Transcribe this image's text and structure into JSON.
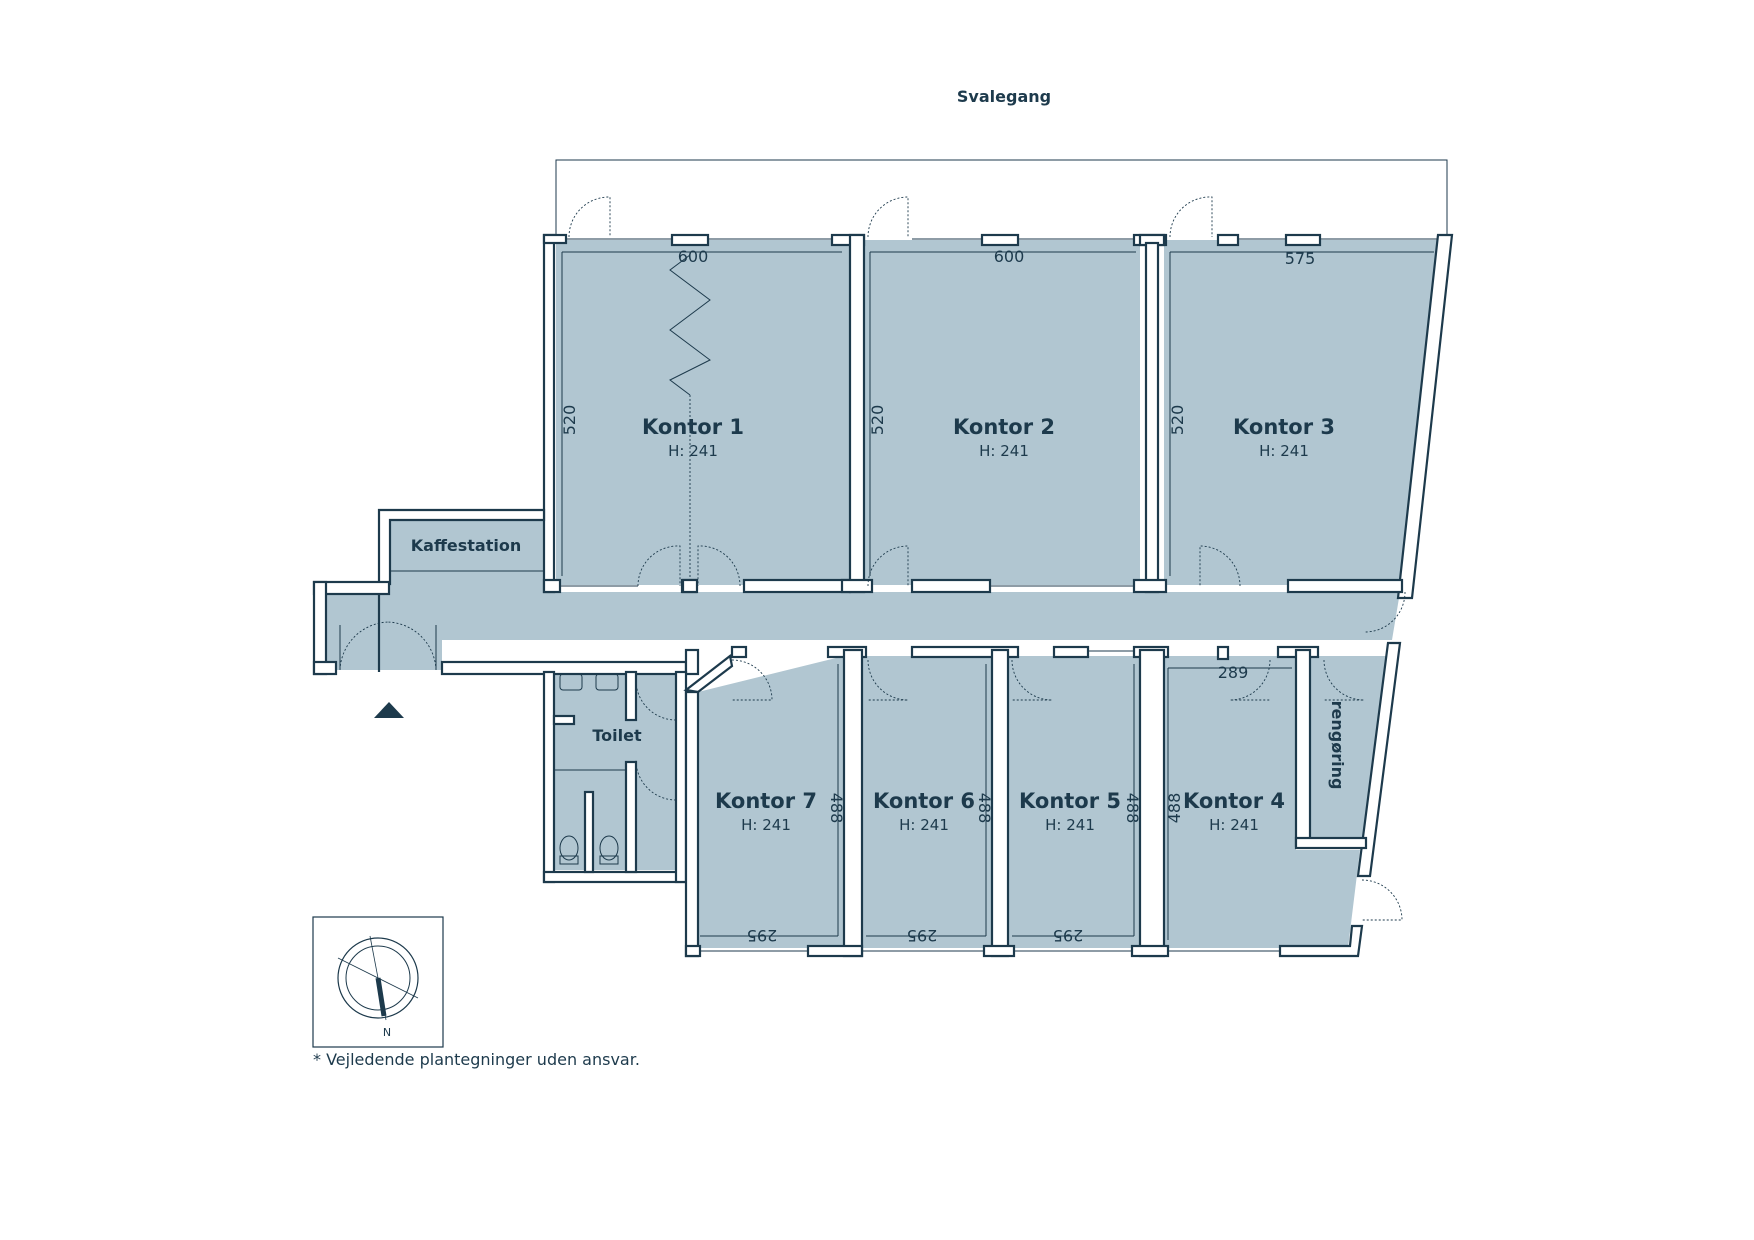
{
  "header": {
    "top_label": "Svalegang"
  },
  "rooms": [
    {
      "id": "kontor-1",
      "name": "Kontor 1",
      "height": "H: 241",
      "width_dim": "600",
      "depth_dim": "520"
    },
    {
      "id": "kontor-2",
      "name": "Kontor 2",
      "height": "H: 241",
      "width_dim": "600",
      "depth_dim": "520"
    },
    {
      "id": "kontor-3",
      "name": "Kontor 3",
      "height": "H: 241",
      "width_dim": "575",
      "depth_dim": "520"
    },
    {
      "id": "kontor-4",
      "name": "Kontor 4",
      "height": "H: 241",
      "width_dim": "289",
      "depth_dim": "488"
    },
    {
      "id": "kontor-5",
      "name": "Kontor 5",
      "height": "H: 241",
      "width_dim": "295",
      "depth_dim": "488"
    },
    {
      "id": "kontor-6",
      "name": "Kontor 6",
      "height": "H: 241",
      "width_dim": "295",
      "depth_dim": "488"
    },
    {
      "id": "kontor-7",
      "name": "Kontor 7",
      "height": "H: 241",
      "width_dim": "295",
      "depth_dim": "488"
    }
  ],
  "other_rooms": {
    "kaffestation": "Kaffestation",
    "toilet": "Toilet",
    "rengoring": "rengøring"
  },
  "compass": {
    "label": "N"
  },
  "footer": {
    "disclaimer": "* Vejledende plantegninger uden ansvar."
  },
  "colors": {
    "room_fill": "#b1c6d1",
    "ink": "#1d3a4c"
  }
}
